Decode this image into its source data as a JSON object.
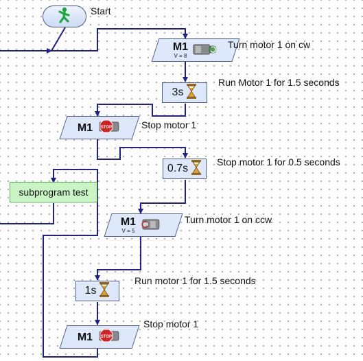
{
  "start": {
    "label": "Start"
  },
  "blocks": [
    {
      "id": "motor-cw",
      "motor": "M1",
      "velocity": "V = 8",
      "comment": "Turn motor 1 on cw"
    },
    {
      "id": "wait-3s",
      "time": "3s",
      "comment": "Run Motor 1 for 1.5 seconds"
    },
    {
      "id": "stop-1",
      "motor": "M1",
      "comment": "Stop motor 1"
    },
    {
      "id": "wait-07s",
      "time": "0.7s",
      "comment": "Stop motor 1 for 0.5 seconds"
    },
    {
      "id": "motor-ccw",
      "motor": "M1",
      "velocity": "V = 5",
      "comment": "Turn motor 1 on ccw"
    },
    {
      "id": "wait-1s",
      "time": "1s",
      "comment": "Run motor 1 for 1.5 seconds"
    },
    {
      "id": "stop-2",
      "motor": "M1",
      "comment": "Stop motor 1"
    }
  ],
  "subprogram": {
    "label": "subprogram test"
  },
  "colors": {
    "wire": "#1f1f8f",
    "block_fill": "#dde9fb",
    "block_border": "#4a5d8e",
    "subprogram_fill": "#c9f5c4",
    "subprogram_border": "#58b050",
    "start_figure": "#1aa83a",
    "stop_sign": "#d42020",
    "hourglass": "#e8a020"
  },
  "icons": {
    "start": "walking-green-man-icon",
    "motor": "motor-icon",
    "stop": "stop-sign-motor-icon",
    "wait": "hourglass-icon"
  }
}
